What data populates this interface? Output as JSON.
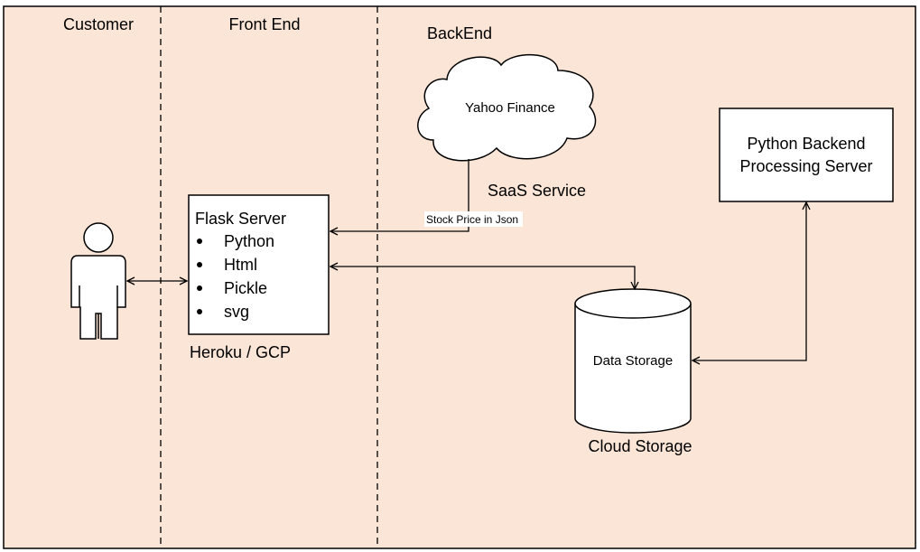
{
  "colors": {
    "background": "#FBE5D6",
    "border": "#000000",
    "box_fill": "#FFFFFF"
  },
  "lanes": [
    {
      "label": "Customer"
    },
    {
      "label": "Front End"
    },
    {
      "label": "BackEnd"
    }
  ],
  "customer": {
    "icon": "person-icon"
  },
  "flask_server": {
    "title": "Flask Server",
    "items": [
      "Python",
      "Html",
      "Pickle",
      "svg"
    ],
    "caption": "Heroku / GCP"
  },
  "yahoo_finance": {
    "label": "Yahoo Finance",
    "caption": "SaaS Service",
    "icon": "cloud-icon"
  },
  "connector_label": "Stock Price in Json",
  "python_backend": {
    "line1": "Python Backend",
    "line2": "Processing Server"
  },
  "data_storage": {
    "label": "Data Storage",
    "caption": "Cloud Storage",
    "icon": "cylinder-icon"
  }
}
